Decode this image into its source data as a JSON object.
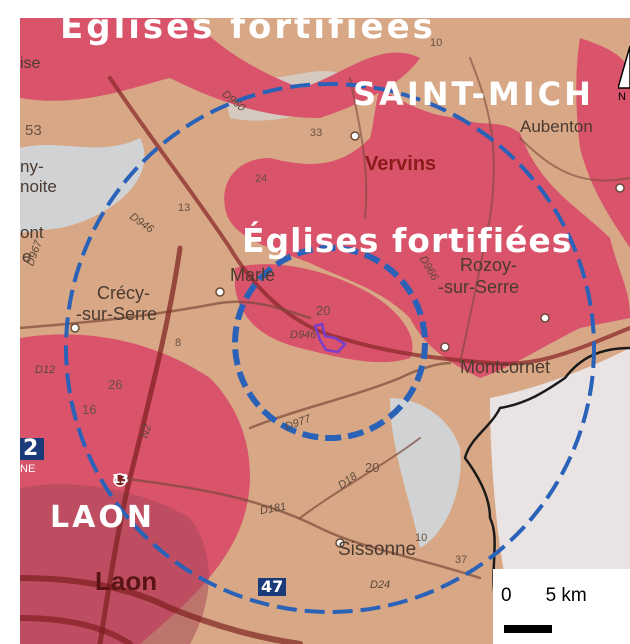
{
  "map": {
    "region_label_top": "Eglises fortifiées",
    "region_label_center": "Églises fortifiées",
    "region_label_right": "SAINT-MICH",
    "laon_region": "LAON",
    "towns": {
      "vervins": "Vervins",
      "marle": "Marle",
      "crecy_line1": "Crécy-",
      "crecy_line2": "-sur-Serre",
      "rozoy_line1": "Rozoy-",
      "rozoy_line2": "-sur-Serre",
      "montcornet": "Montcornet",
      "sissonne": "Sissonne",
      "laon": "Laon",
      "aubenton": "Aubenton"
    },
    "roads": [
      "D960",
      "D946",
      "D967",
      "D12",
      "N2",
      "D977",
      "D18",
      "D181",
      "D24",
      "D966",
      "D946"
    ],
    "left_edge_fragments": [
      "ise",
      "53",
      "ny-",
      "noite",
      "ont",
      "e",
      "2",
      "NE"
    ],
    "numbers": [
      "10",
      "24",
      "13",
      "20",
      "20",
      "16",
      "26",
      "10",
      "37",
      "33",
      "8",
      "47",
      "13"
    ]
  },
  "scale": {
    "start_label": "0",
    "end_label": "5 km"
  },
  "north_arrow": {
    "label": "N"
  },
  "colors": {
    "fortified_zone": "#d9536b",
    "background_zone": "#d8a886",
    "water_zone": "#cfd6dc",
    "circle": "#2a62b8",
    "site_outline": "#7a3ec8",
    "border": "#1a1a1a"
  }
}
